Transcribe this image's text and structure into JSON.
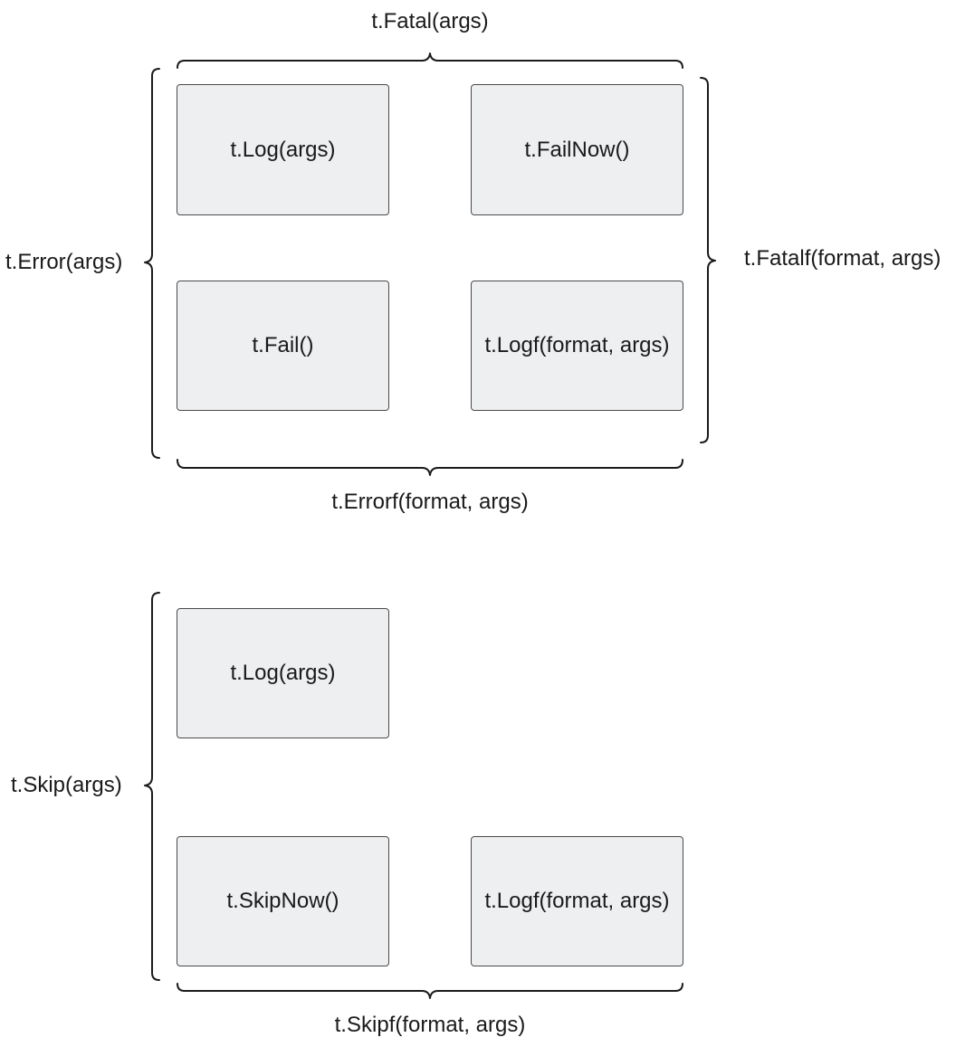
{
  "top_diagram": {
    "boxes": {
      "log": "t.Log(args)",
      "failnow": "t.FailNow()",
      "fail": "t.Fail()",
      "logf": "t.Logf(format, args)"
    },
    "labels": {
      "fatal": "t.Fatal(args)",
      "error": "t.Error(args)",
      "fatalf": "t.Fatalf(format, args)",
      "errorf": "t.Errorf(format, args)"
    }
  },
  "bottom_diagram": {
    "boxes": {
      "log": "t.Log(args)",
      "skipnow": "t.SkipNow()",
      "logf": "t.Logf(format, args)"
    },
    "labels": {
      "skip": "t.Skip(args)",
      "skipf": "t.Skipf(format, args)"
    }
  }
}
